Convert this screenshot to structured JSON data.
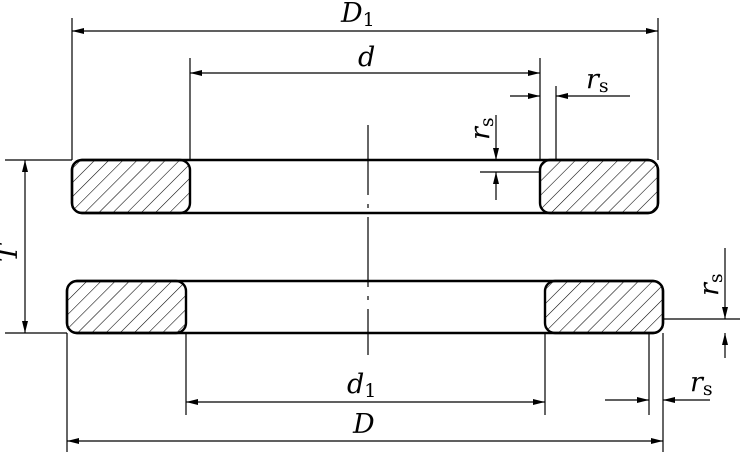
{
  "labels": {
    "D1": {
      "main": "D",
      "sub": "1"
    },
    "d": {
      "main": "d"
    },
    "rs_top_right": {
      "main": "r",
      "sub": "s"
    },
    "rs_top_vertical": {
      "main": "r",
      "sub": "s"
    },
    "T": {
      "main": "T"
    },
    "rs_bottom_vertical": {
      "main": "r",
      "sub": "s"
    },
    "d1": {
      "main": "d",
      "sub": "1"
    },
    "D": {
      "main": "D"
    },
    "rs_bottom_right": {
      "main": "r",
      "sub": "s"
    }
  },
  "colors": {
    "line": "#000000",
    "background": "#ffffff"
  }
}
